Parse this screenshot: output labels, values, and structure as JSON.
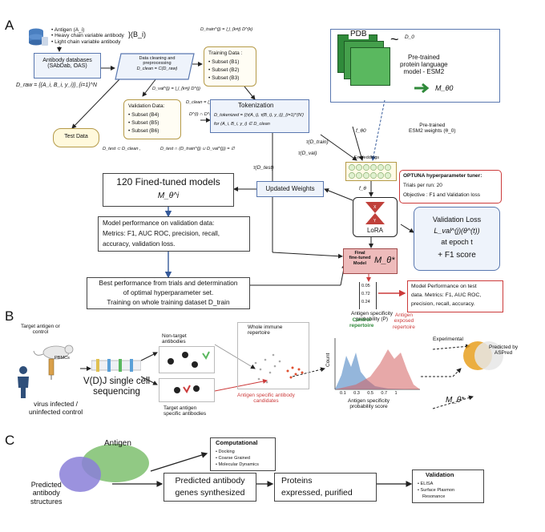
{
  "panels": {
    "a": "A",
    "b": "B",
    "c": "C"
  },
  "panelA": {
    "antigen_list": [
      "Antigen (A_i)",
      "Heavy chain variable antibody",
      "Light chain variable antibody"
    ],
    "brace_label": "}(B_i)",
    "antibody_db": [
      "Antibody databases",
      "(SAbDab, OAS)"
    ],
    "d_raw": "D_raw = {(A_i, B_i, y_i)}_{i=1}^N",
    "cleaning": [
      "Data cleaning and",
      "preprocessing",
      "D_clean = C(D_raw)"
    ],
    "d_train_def": "D_train^(j) = ⋃_{k≠j} D^(k)",
    "training": {
      "title": "Training Data :",
      "items": [
        "Subset (B1)",
        "Subset (B2)",
        "Subset (B3)"
      ]
    },
    "d_val_def": "D_val^(j) = ⋃_{k≠j} D^(j)",
    "d_clean_union": "D_clean = ⋃_{k=1}^K D^(k),",
    "disjoint": "D^(i) ∩ D^(j) = ∅",
    "validation": {
      "title": "Validation Data:",
      "items": [
        "Subset (B4)",
        "Subset (B5)",
        "Subset (B6)"
      ]
    },
    "tokenization": {
      "title": "Tokenization",
      "formula1": "D_tokenized = {(τ(A_i), τ(B_i), y_i)}_{i=1}^{N'}",
      "formula2": "for (A_i, B_i, y_i) ∈ D_clean"
    },
    "test_data": "Test Data",
    "d_test_subset": "D_test ⊂ D_clean ,",
    "d_test_disjoint": "D_test ∩ (D_train^(j) ∪ D_val^(j)) = ∅",
    "pdb": "PDB",
    "d0": "D_0",
    "plm": [
      "Pre-trained",
      "protein language",
      "model - ESM2"
    ],
    "m_theta0": "M_θ0",
    "f_theta0": "f_θ0",
    "esm_weights": [
      "Pre-trained",
      "ESM2 weights (θ_0)"
    ],
    "tau_train": "τ(D_train)",
    "tau_val": "τ(D_val)",
    "tau_test": "τ(D_test)",
    "embeddings": "Embeddings",
    "f_theta": "f_θ",
    "optuna": {
      "title": "OPTUNA hyperparameter tuner:",
      "trials": "Trials per run: 20",
      "objective": "Objective : F1 and Validation loss"
    },
    "models": [
      "120 Fined-tuned models",
      "M_θ^i"
    ],
    "updated_weights": "Updated Weights",
    "lora": "LoRA",
    "model_perf_val": [
      "Model performance on validation data:",
      "Metrics: F1, AUC ROC, precision, recall,",
      "accuracy, validation loss."
    ],
    "val_loss": [
      "Validation Loss",
      "L_val^(j)(θ^(t))",
      "at epoch t",
      "+ F1 score"
    ],
    "final_model": [
      "Final",
      "fine-tuned",
      "Model",
      "M_θ*"
    ],
    "best_perf": [
      "Best performance from trials and determination",
      "of optimal  hyperparameter set.",
      "Training on whole training dataset D_train"
    ],
    "prob_vector": [
      "0.05",
      "0.72",
      "0.24"
    ],
    "prob_label": [
      "Antigen specificity",
      "probability (P)"
    ],
    "test_perf": [
      "Model Performance on test",
      "data. Metrics: F1, AUC ROC,",
      "precision, recall, accuracy."
    ]
  },
  "panelB": {
    "target": [
      "Target antigen or",
      "control"
    ],
    "pbmcs": "PBMCs",
    "seq": [
      "V(D)J single cell",
      "sequencing"
    ],
    "infected": [
      "virus infected /",
      "uninfected control"
    ],
    "non_target": [
      "Non-target",
      "antibodies"
    ],
    "target_ab": [
      "Target antigen",
      "specific antibodies"
    ],
    "repertoire": [
      "Whole immune",
      "repertoire"
    ],
    "candidates": [
      "Antigen specific antibody",
      "candidates"
    ],
    "control_rep": [
      "Control",
      "repertoire"
    ],
    "exposed_rep": [
      "Antigen",
      "exposed",
      "repertoire"
    ],
    "count": "Count",
    "xlabel": [
      "Antigen specificity",
      "probability score"
    ],
    "ticks": [
      "0.1",
      "0.3",
      "0.5",
      "0.7",
      "1"
    ],
    "experimental": "Experimental",
    "predicted": [
      "Predicted by",
      "ASPred"
    ],
    "m_theta_star": "M_θ*"
  },
  "panelC": {
    "antigen": "Antigen",
    "predicted_structs": [
      "Predicted",
      "antibody",
      "structures"
    ],
    "computational": {
      "title": "Computational",
      "items": [
        "Docking",
        "Coarse Grained",
        "Molecular Dynamics"
      ]
    },
    "genes": [
      "Predicted antibody",
      "genes synthesized"
    ],
    "proteins": [
      "Proteins",
      "expressed, purified"
    ],
    "validation": {
      "title": "Validation",
      "items": [
        "ELISA",
        "Surface Plasmon",
        "Resonance"
      ]
    }
  },
  "colors": {
    "blue_border": "#5a78b0",
    "red": "#cc3b3b",
    "gold": "#b59a48",
    "pdb_green": "#3f9b46",
    "lora_red": "#c0403a",
    "final_pink": "#eebbbb"
  }
}
